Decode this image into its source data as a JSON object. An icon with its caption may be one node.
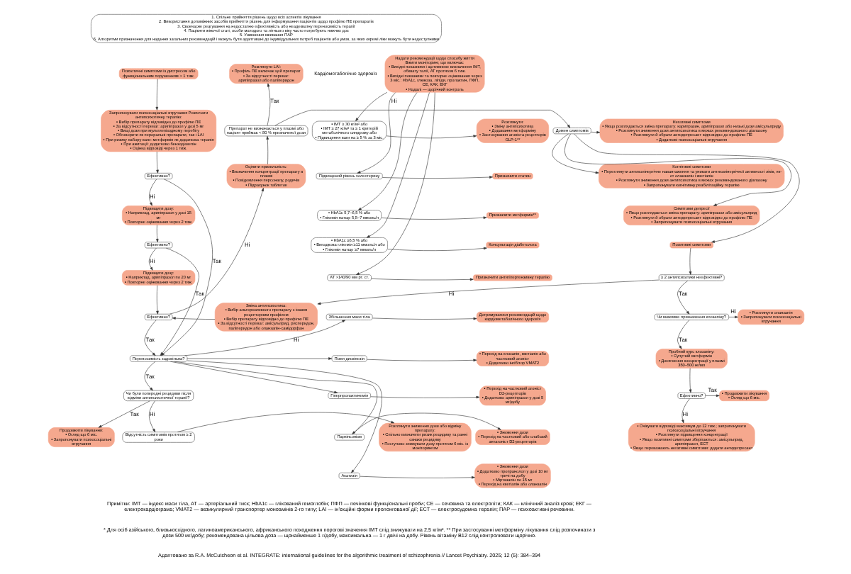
{
  "diagram": {
    "nodes": [
      {
        "text": [
          "1. Спільне прийняття рішень щодо всіх аспектів лікування",
          "2. Використання допоміжних засобів прийняття рішень для інформування пацієнтів щодо профілю ПЕ препаратів",
          "3. Своєчасне реагування на недостатню ефективність або неадекватну переносимість терапії",
          "4. Пацієнти жіночої статі, особи молодого та літнього віку часто потребують нижчих доз",
          "5. Уникнення вживання ПАР",
          "6. Алгоритми призначення для надання загальних рекомендацій і можуть бути адаптовані до індивідуальних потреб пацієнтів або умов, за яких окремі ліки можуть бути недоступними"
        ]
      },
      {
        "text": [
          "Надати рекомендації щодо способу життя",
          "Вжити моніторинг, що включає:",
          "• Вихідні показники і щотижневе визначення ІМТ, обхвату талії, АТ протягом 6 тиж. • Вихідні показники та повторне оцінювання через 3 міс.: HbA1c, глюкоза, ліпіди, пролактин, ПФП, СЕ, КАК, ЕКГ • Надалі — щорічний контроль"
        ]
      },
      {
        "text": [
          "• ІМТ ≥ 30 кг/м² або • ІМТ ≥ 27 кг/м² та ≥ 1 критерій метаболічного синдрому або • Підвищення ваги на ≥ 5 % за 3 міс."
        ]
      },
      {
        "text": [
          "Розглянути:",
          "• Зміну антипсихотика • Додавання метформіну • Застосування агоніста рецепторів GLP-1**"
        ]
      },
      {
        "text": [
          "Підвищений рівень холестерину"
        ]
      },
      {
        "text": [
          "Призначити статин"
        ]
      },
      {
        "text": [
          "• HbA1c 5,7–6,5 % або • Глікемія натще 5,5–7 ммоль/л"
        ]
      },
      {
        "text": [
          "Призначити метформін**"
        ]
      },
      {
        "text": [
          "• HbA1c ≥6,5 % або • Випадкова глікемія ≥11 ммоль/л або • Глікемія натще ≥7 ммоль/л"
        ]
      },
      {
        "text": [
          "Консультація діабетолога"
        ]
      },
      {
        "text": [
          "АТ >140/90 мм рт. ст."
        ]
      },
      {
        "text": [
          "Призначити антигіпертензивну терапію"
        ]
      },
      {
        "text": [
          "Психотичні симптоми із дистресом або функціональним порушенням > 1 тиж."
        ]
      },
      {
        "text": [
          "Запропонувати психосоціальні втручання Розпочати антипсихотичну терапію:",
          "• Вибір препарату відповідно до профілю ПЕ • За відсутності переваг: арипіпразол у дозі 5 мг • Вищі дози при мультиепізодному перебігу • Обговорити як пероральні препарати, так і LAI • При ризику набору ваги: метформін як додаткова терапія • При ажитації: додатково бензодіазепін • Оцінка відповіді через 1 тиж."
        ]
      },
      {
        "text": [
          "Ефективно?"
        ]
      },
      {
        "text": [
          "Підвищити дозу:",
          "• Наприклад, арипіпразол у дозі 15 мг • Повторне оцінювання через 2 тиж."
        ]
      },
      {
        "text": [
          "Ефективно?"
        ]
      },
      {
        "text": [
          "Підвищити дозу:",
          "• Наприклад, арипіпразол по 20 мг • Повторне оцінювання через 2 тиж."
        ]
      },
      {
        "text": [
          "Ефективно?"
        ]
      },
      {
        "text": [
          "Переносимість задовільна?"
        ]
      },
      {
        "text": [
          "Чи були попередні рецидиви після відміни антипсихотичної терапії?"
        ]
      },
      {
        "text": [
          "Продовжити лікування:",
          "• Огляд що 6 міс. • Запропонувати психосоціальні втручання"
        ]
      },
      {
        "text": [
          "Відсутність симптомів протягом ≥ 2 роки"
        ]
      },
      {
        "text": [
          "Розглянути зниження дози або відміну препарату:",
          "• Спільно визначити ризик рецидиву та ранні ознаки рецидиву • Поступово знижувати дозу протягом 6 міс. із моніторингом"
        ]
      },
      {
        "text": [
          "Зміна антипсихотика:",
          "• Вибір альтернативного препарату з іншим рецепторним профілем • Вибір препарату відповідно до профілю ПЕ • За відсутності переваг: амісульприд, рисперидон, паліперидон або оланзапін-самідорфан"
        ]
      },
      {
        "text": [
          "Розглянути LAI:",
          "• Профіль ПЕ включає цей препарат • За відсутності переваг: арипіпразол або паліперидон"
        ]
      },
      {
        "text": [
          "Препарат не визначається у плазмі або пацієнт приймає < 80 % призначеної дози"
        ]
      },
      {
        "text": [
          "Оцінити прихильність:",
          "• Визначення концентрації препарату в плазмі • Повідомлення персоналу, родичів • Підрахунок таблеток"
        ]
      },
      {
        "text": [
          "Домен симптомів"
        ]
      },
      {
        "text": [
          "Негативні симптоми",
          "• Якщо розглядається зміна препарату: карипразин, арипіпразол або низькі дози амісульприду • Розглянути зниження дози антипсихотика в межах рекомендованого діапазону • Розглянути й обрати антидепресант відповідно до профілю ПЕ • Додаткові психосоціальні втручання"
        ]
      },
      {
        "text": [
          "Когнітивні симптоми",
          "• Переглянути антихолінергічне навантаження та уникати антихолінергічної активності ліків, як-от оланзапін і кветіапін • Розглянути зниження дози антипсихотика в межах рекомендованого діапазону • Запропонувати когнітивну реабілітаційну терапію"
        ]
      },
      {
        "text": [
          "Симптоми депресії",
          "• Якщо розглядається зміна препарату: арипіпразол або амісульприд • Розглянути й обрати антидепресант відповідно до профілю ПЕ • Запропонувати психосоціальні втручання"
        ]
      },
      {
        "text": [
          "Позитивні симптоми"
        ]
      },
      {
        "text": [
          "≥ 2 антипсихотики неефективні?"
        ]
      },
      {
        "text": [
          "Чи можливе призначення клозапіну?"
        ]
      },
      {
        "text": [
          "• Розглянути оланзапін • Запропонувати психосоціальні втручання"
        ]
      },
      {
        "text": [
          "Пробний курс клозапіну:",
          "• Супутній метформін • Досягнення концентрації у плазмі 350–500 нг/мл"
        ]
      },
      {
        "text": [
          "Ефективно?"
        ]
      },
      {
        "text": [
          "• Продовжити лікування • Огляд що 6 міс."
        ]
      },
      {
        "text": [
          "• Очікувати відповіді максимум до 12 тиж.; запропонувати психосоціальні втручання • Розглянути підвищення концентрації • Якщо позитивні симптоми зберігаються: амісульприд, арипіпразол, ECT • Якщо переважають негативні симптоми: додати антидепресант"
        ]
      },
      {
        "text": [
          "Збільшення маси тіла"
        ]
      },
      {
        "text": [
          "Дотримуватися рекомендацій щодо кардіометаболічного здоров'я"
        ]
      },
      {
        "text": [
          "Пізня дискінезія"
        ]
      },
      {
        "text": [
          "• Перехід на клозапін, кветіапін або частковий агоніст • Додатково інгібітор VMAT2"
        ]
      },
      {
        "text": [
          "Гіперпролактинемія"
        ]
      },
      {
        "text": [
          "• Перехід на частковий агоніст D2-рецепторів • Додатково арипіпразол у дозі 5 мг/добу"
        ]
      },
      {
        "text": [
          "Паркінсонізм"
        ]
      },
      {
        "text": [
          "• Зниження дози • Перехід на частковий або слабший антагоніст D2-рецепторів"
        ]
      },
      {
        "text": [
          "Акатизія"
        ]
      },
      {
        "text": [
          "• Зниження дози • Додатково пропранолол у дозі 10 мг тричі на добу • Міртазапін по 15 мг • Перехід на кветіапін або оланзапін"
        ]
      }
    ],
    "edges": [
      {
        "from": 1,
        "to": 2,
        "arrow": "to"
      },
      {
        "from": 1,
        "to": 4,
        "arrow": "to"
      },
      {
        "from": 1,
        "to": 6,
        "arrow": "to"
      },
      {
        "from": 1,
        "to": 8,
        "arrow": "to"
      },
      {
        "from": 1,
        "to": 10,
        "arrow": "to"
      },
      {
        "from": 2,
        "to": 3,
        "arrow": "to"
      },
      {
        "from": 4,
        "to": 5,
        "arrow": "to"
      },
      {
        "from": 6,
        "to": 7,
        "arrow": "to"
      },
      {
        "from": 8,
        "to": 9,
        "arrow": "to"
      },
      {
        "from": 10,
        "to": 11,
        "arrow": "to"
      },
      {
        "from": 12,
        "to": 13,
        "arrow": "to"
      },
      {
        "from": 13,
        "to": 14,
        "arrow": "to"
      },
      {
        "from": 14,
        "to": 15,
        "arrow": "to",
        "label": "Ні"
      },
      {
        "from": 14,
        "to": 19,
        "arrow": "to",
        "label": "Так"
      },
      {
        "from": 15,
        "to": 16,
        "arrow": "to"
      },
      {
        "from": 16,
        "to": 19,
        "arrow": "to",
        "label": "Так"
      },
      {
        "from": 16,
        "to": 17,
        "arrow": "to",
        "label": "Ні"
      },
      {
        "from": 17,
        "to": 18,
        "arrow": "to"
      },
      {
        "from": 18,
        "to": 19,
        "arrow": "to",
        "label": "Так"
      },
      {
        "from": 18,
        "to": 27,
        "arrow": "to",
        "label": "Ні"
      },
      {
        "from": 24,
        "to": 18,
        "arrow": "to"
      },
      {
        "from": 27,
        "to": 26,
        "arrow": "to"
      },
      {
        "from": 26,
        "to": 25,
        "arrow": "to",
        "label": "Так"
      },
      {
        "from": 26,
        "to": 28,
        "arrow": "to",
        "label": "Ні"
      },
      {
        "from": 28,
        "to": 29,
        "arrow": "to"
      },
      {
        "from": 28,
        "to": 30,
        "arrow": "to"
      },
      {
        "from": 28,
        "to": 31,
        "arrow": "to"
      },
      {
        "from": 28,
        "to": 32,
        "arrow": "to"
      },
      {
        "from": 32,
        "to": 33,
        "arrow": "to"
      },
      {
        "from": 33,
        "to": 24,
        "arrow": "to",
        "label": "Ні"
      },
      {
        "from": 33,
        "to": 34,
        "arrow": "to",
        "label": "Так"
      },
      {
        "from": 34,
        "to": 35,
        "arrow": "to",
        "label": "Ні"
      },
      {
        "from": 34,
        "to": 36,
        "arrow": "to",
        "label": "Так"
      },
      {
        "from": 36,
        "to": 37,
        "arrow": "to"
      },
      {
        "from": 37,
        "to": 38,
        "arrow": "to",
        "label": "Так"
      },
      {
        "from": 37,
        "to": 39,
        "arrow": "to",
        "label": "Ні"
      },
      {
        "from": 19,
        "to": 20,
        "arrow": "to",
        "label": "Так"
      },
      {
        "from": 19,
        "to": 40,
        "arrow": "to",
        "label": "Ні"
      },
      {
        "from": 19,
        "to": 42,
        "arrow": "to"
      },
      {
        "from": 19,
        "to": 44,
        "arrow": "to"
      },
      {
        "from": 19,
        "to": 46,
        "arrow": "to"
      },
      {
        "from": 19,
        "to": 48,
        "arrow": "to"
      },
      {
        "from": 20,
        "to": 21,
        "arrow": "to",
        "label": "Так"
      },
      {
        "from": 20,
        "to": 22,
        "arrow": "to",
        "label": "Ні"
      },
      {
        "from": 22,
        "to": 23,
        "arrow": "to"
      },
      {
        "from": 40,
        "to": 41,
        "arrow": "to"
      },
      {
        "from": 42,
        "to": 43,
        "arrow": "to"
      },
      {
        "from": 44,
        "to": 45,
        "arrow": "to"
      },
      {
        "from": 46,
        "to": 47,
        "arrow": "to"
      },
      {
        "from": 48,
        "to": 49,
        "arrow": "to"
      }
    ],
    "labels": [
      "Кардіометаболічне здоров'я",
      "Примітки: ІМТ — індекс маси тіла, АТ — артеріальний тиск; HbA1c — глікований гемоглобін; ПФП — печінкові функціональні проби; СЕ — сечовина та електроліти; КАК — клінічний аналіз крові; ЕКГ — електрокардіограма; VMAT2 — везикулярний транспортер моноамінів 2-го типу; LAI — ін'єкційні форми пролонгованої дії; ECT — електросудомна терапія; ПАР — психоактивні речовини.",
      "* Для осіб азійського, близькосхідного, латиноамериканського, африканського походження порогові значення ІМТ слід знижувати на 2,5 кг/м². ** При застосуванні метформіну лікування слід розпочинати з дози 500 мг/добу; рекомендована цільова доза — щонайменше 1 г/добу, максимальна — 1 г двічі на добу. Рівень вітаміну B12 слід контролювати щорічно.",
      "Адаптовано за R.A. McCutcheon et al. INTEGRATE: international guidelines for the algorithmic treatment of schizophrenia // Lancet Psychiatry. 2025; 12 (5): 384–394"
    ]
  }
}
